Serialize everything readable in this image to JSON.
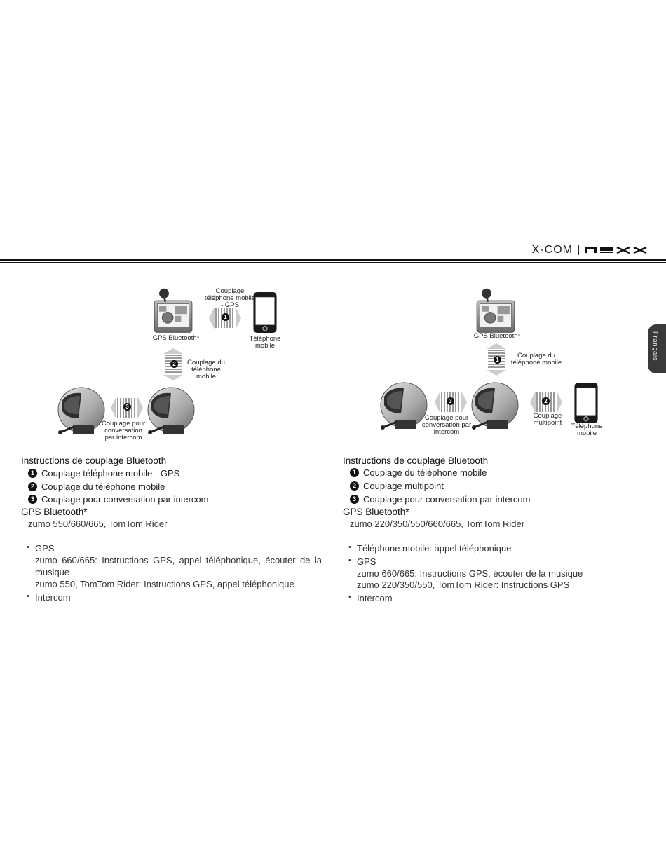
{
  "header": {
    "brand_text": "X-COM"
  },
  "side_tab": {
    "label": "Français"
  },
  "left": {
    "diagram": {
      "label_pair_phone_gps": [
        "Couplage",
        "téléphone mobile",
        "- GPS"
      ],
      "label_gps": "GPS Bluetooth*",
      "label_phone": [
        "Téléphone",
        "mobile"
      ],
      "label_pair_phone": [
        "Couplage du",
        "téléphone",
        "mobile"
      ],
      "label_intercom": [
        "Couplage pour",
        "conversation",
        "par intercom"
      ],
      "n1": "1",
      "n2": "2",
      "n3": "3"
    },
    "title": "Instructions de couplage Bluetooth",
    "steps": [
      "Couplage téléphone mobile - GPS",
      "Couplage du téléphone mobile",
      "Couplage pour conversation par intercom"
    ],
    "gps_title": "GPS Bluetooth*",
    "gps_models": "zumo 550/660/665, TomTom Rider",
    "bullet_gps": "GPS",
    "gps_line1": "zumo 660/665: Instructions GPS, appel téléphonique, écouter de la",
    "gps_line1b": "musique",
    "gps_line2": "zumo 550, TomTom Rider: Instructions GPS, appel téléphonique",
    "bullet_intercom": "Intercom"
  },
  "right": {
    "diagram": {
      "label_gps": "GPS Bluetooth*",
      "label_pair_phone": [
        "Couplage du",
        "téléphone mobile"
      ],
      "label_intercom": [
        "Couplage pour",
        "conversation par",
        "intercom"
      ],
      "label_multipoint": [
        "Couplage",
        "multipoint"
      ],
      "label_phone": [
        "Téléphone",
        "mobile"
      ],
      "n1": "1",
      "n2": "2",
      "n3": "3"
    },
    "title": "Instructions de couplage Bluetooth",
    "steps": [
      "Couplage du téléphone mobile",
      "Couplage multipoint",
      "Couplage pour conversation par intercom"
    ],
    "gps_title": "GPS Bluetooth*",
    "gps_models": "zumo 220/350/550/660/665, TomTom Rider",
    "bullet_phone": "Téléphone mobile: appel téléphonique",
    "bullet_gps": "GPS",
    "gps_line1": "zumo 660/665: Instructions GPS, écouter de la musique",
    "gps_line2": "zumo 220/350/550, TomTom Rider: Instructions GPS",
    "bullet_intercom": "Intercom"
  },
  "icons": {
    "gps": "gps-device-icon",
    "phone": "smartphone-icon",
    "helmet": "helmet-icon",
    "arrow": "bidirectional-arrow-icon",
    "logo": "nexx-logo-icon"
  }
}
